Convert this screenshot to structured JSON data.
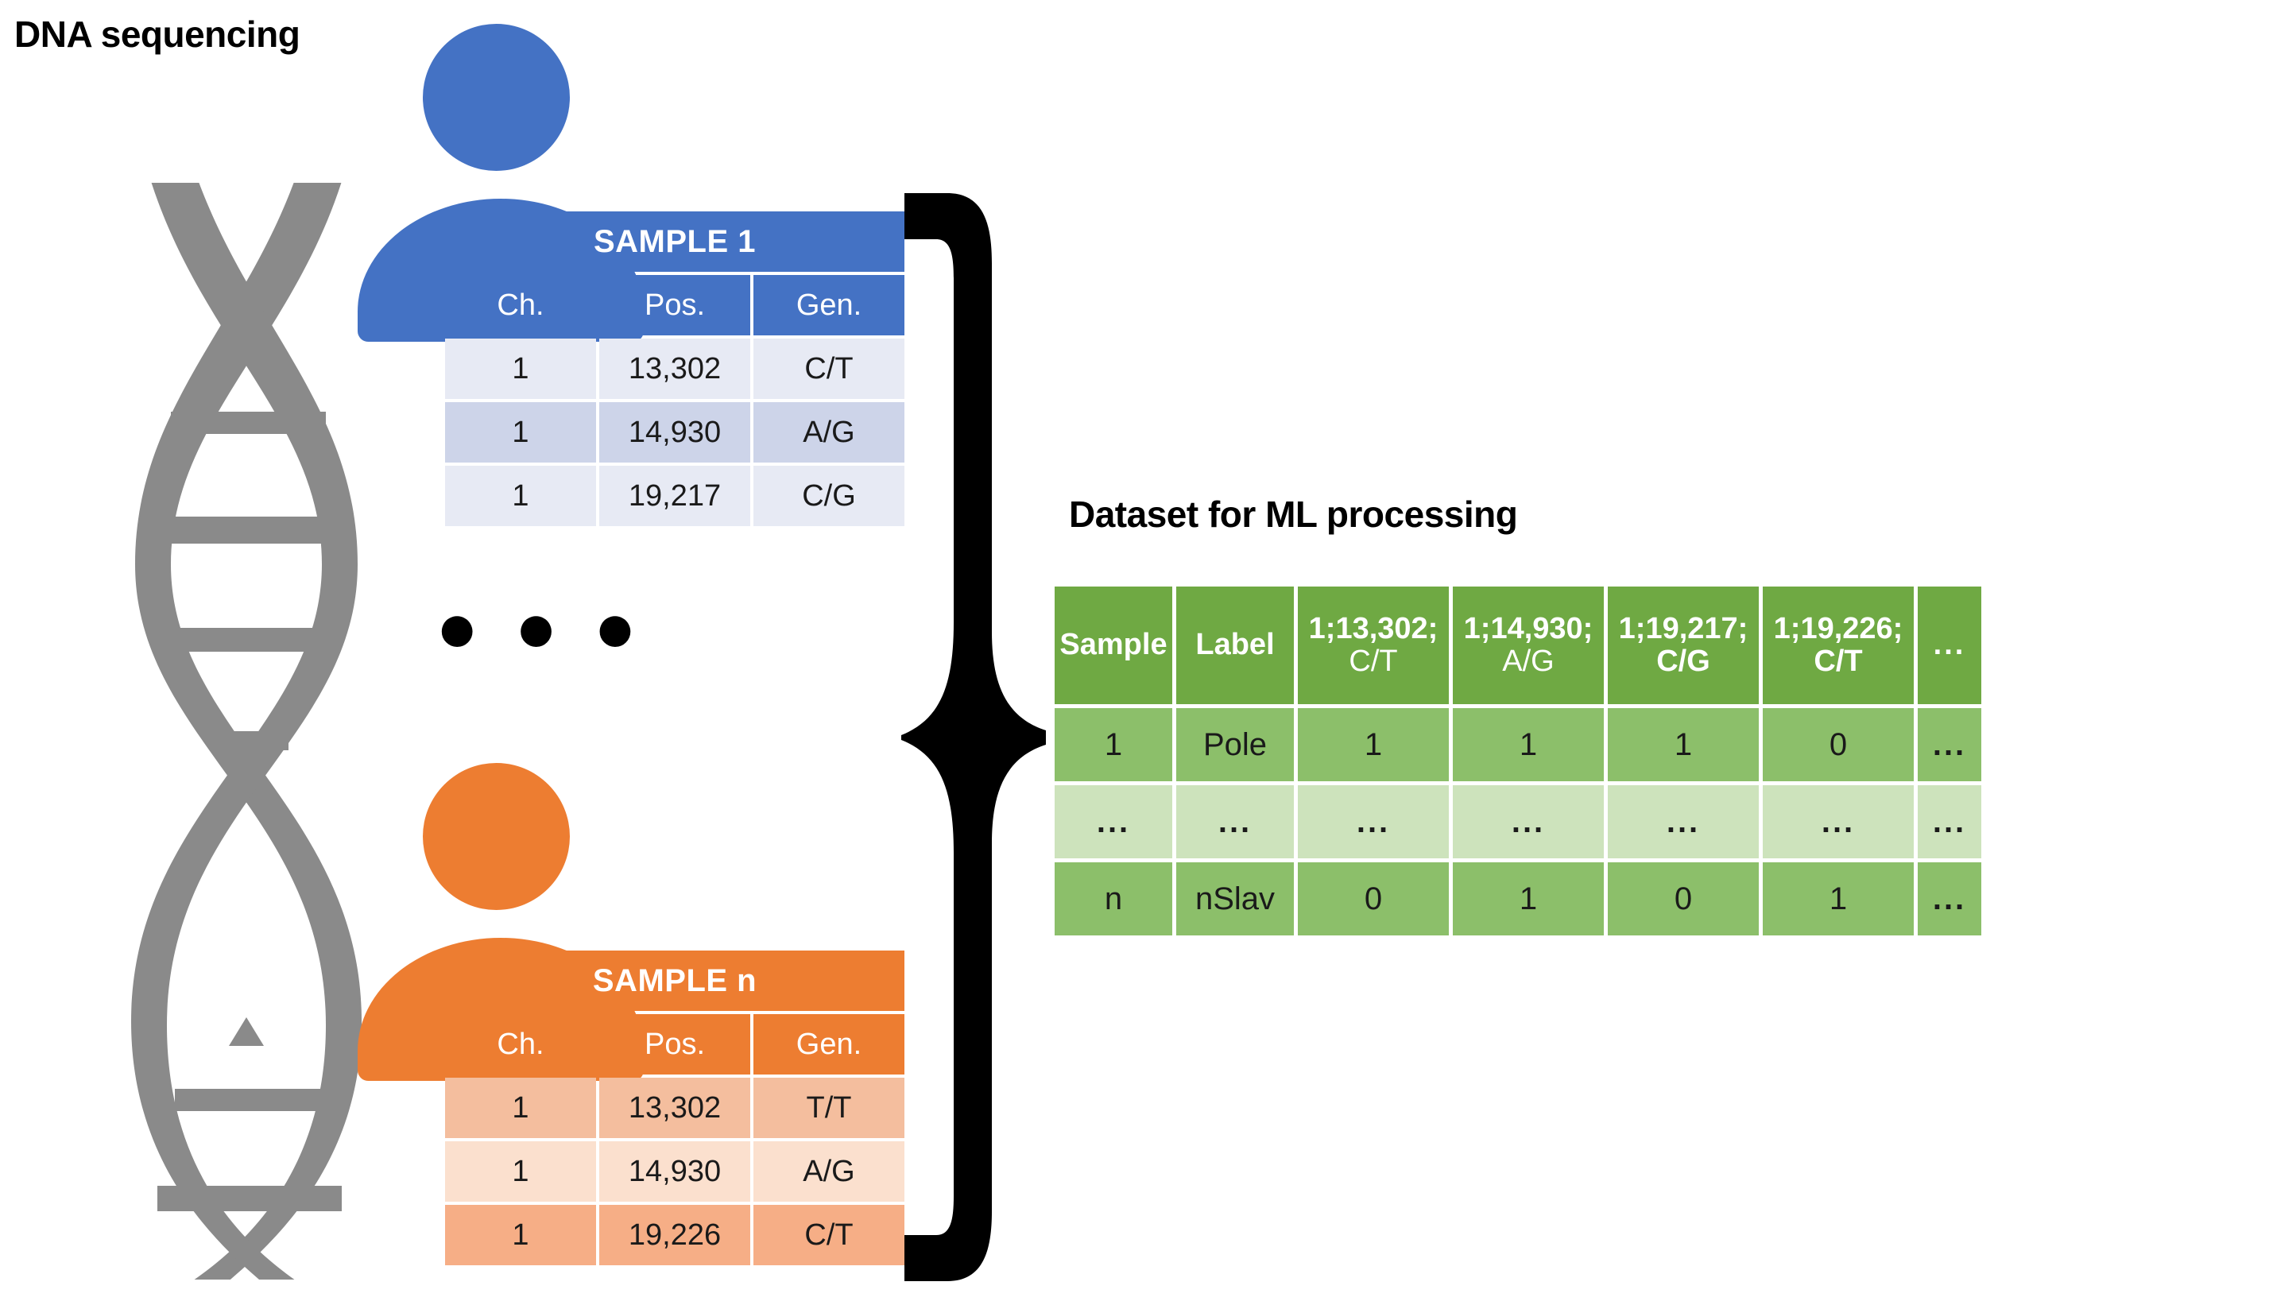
{
  "titles": {
    "dna": "DNA sequencing",
    "ml": "Dataset for ML processing"
  },
  "colors": {
    "sample1_accent": "#4472C4",
    "samplen_accent": "#ED7D31",
    "ml_header": "#6FA943",
    "ml_row_solid": "#8CBF6A",
    "ml_row_faint": "#CDE3BC",
    "helix": "#808080",
    "brace": "#000000"
  },
  "middle_ellipsis": "● ● ●",
  "sample_tables": [
    {
      "id": "sample-1",
      "title": "SAMPLE 1",
      "columns": [
        "Ch.",
        "Pos.",
        "Gen."
      ],
      "rows": [
        [
          "1",
          "13,302",
          "C/T"
        ],
        [
          "1",
          "14,930",
          "A/G"
        ],
        [
          "1",
          "19,217",
          "C/G"
        ]
      ]
    },
    {
      "id": "sample-n",
      "title": "SAMPLE n",
      "columns": [
        "Ch.",
        "Pos.",
        "Gen."
      ],
      "rows": [
        [
          "1",
          "13,302",
          "T/T"
        ],
        [
          "1",
          "14,930",
          "A/G"
        ],
        [
          "1",
          "19,226",
          "C/T"
        ]
      ]
    }
  ],
  "ml_table": {
    "headers": {
      "sample": "Sample",
      "label": "Label",
      "snps": [
        {
          "pos": "1;13,302;",
          "gen": "C/T"
        },
        {
          "pos": "1;14,930;",
          "gen": "A/G"
        },
        {
          "pos": "1;19,217;",
          "gen": "C/G"
        },
        {
          "pos": "1;19,226;",
          "gen": "C/T"
        }
      ],
      "more": "..."
    },
    "rows": [
      {
        "sample": "1",
        "label": "Pole",
        "values": [
          "1",
          "1",
          "1",
          "0"
        ],
        "more": "..."
      },
      {
        "sample": "...",
        "label": "...",
        "values": [
          "...",
          "...",
          "...",
          "..."
        ],
        "more": "..."
      },
      {
        "sample": "n",
        "label": "nSlav",
        "values": [
          "0",
          "1",
          "0",
          "1"
        ],
        "more": "..."
      }
    ]
  }
}
